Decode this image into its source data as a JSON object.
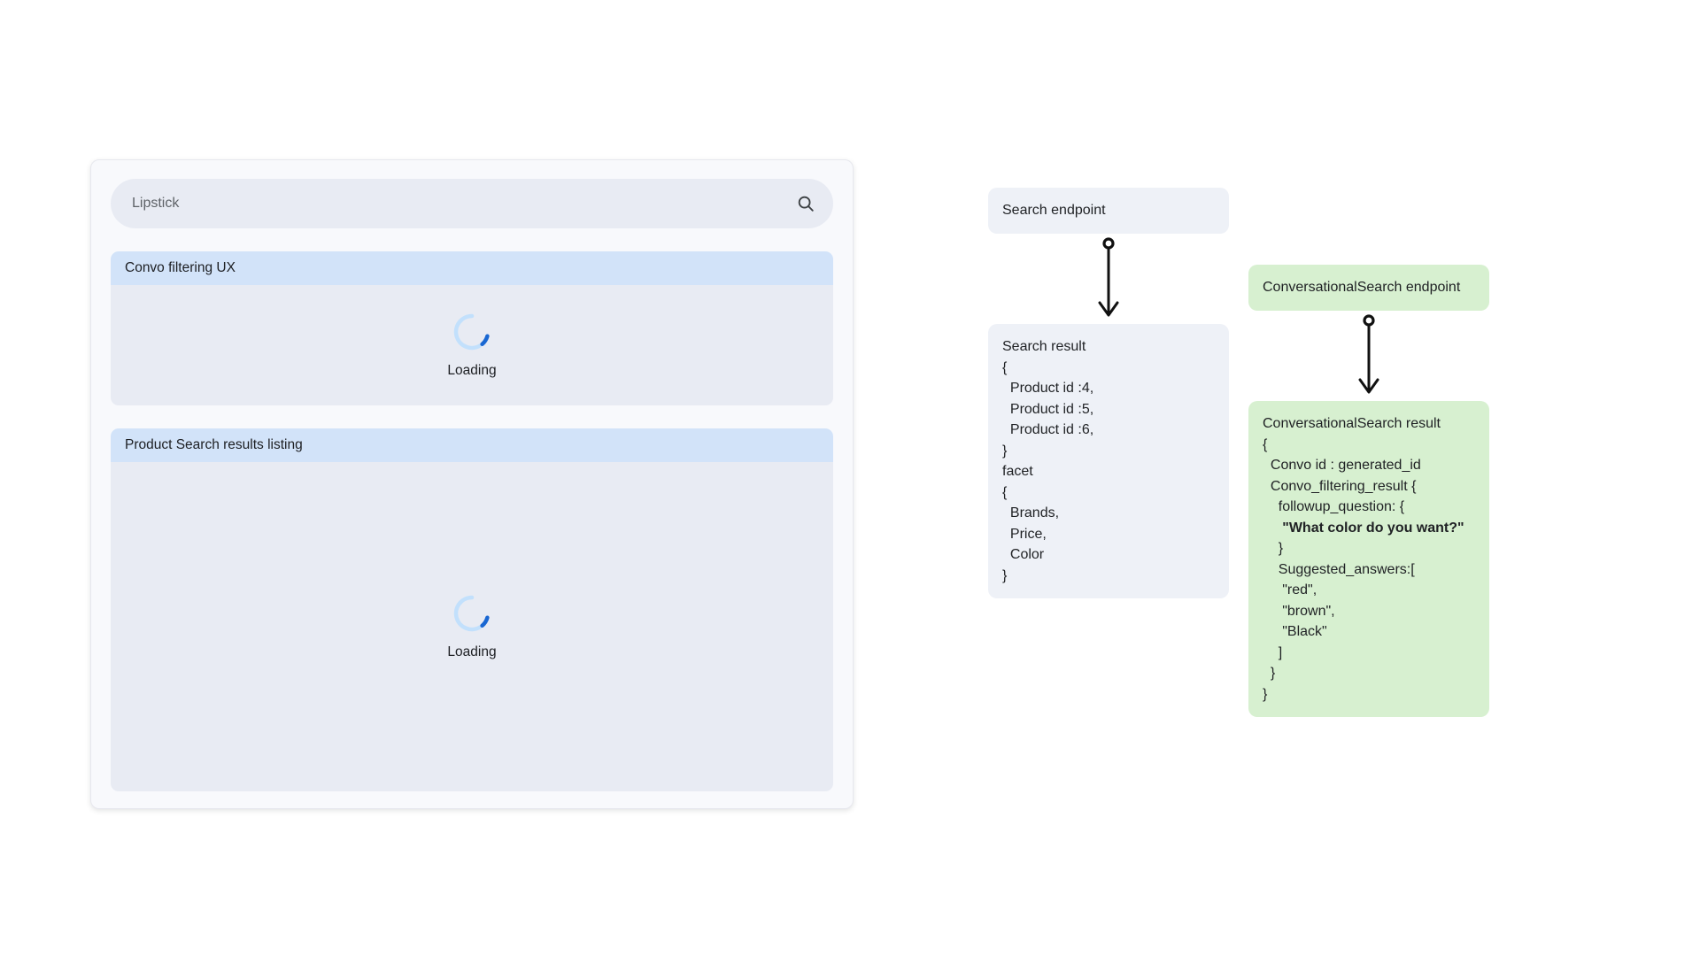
{
  "app": {
    "search": {
      "value": "Lipstick",
      "icon": "search-icon"
    },
    "panels": [
      {
        "title": "Convo filtering UX",
        "loading_label": "Loading"
      },
      {
        "title": "Product Search results listing",
        "loading_label": "Loading"
      }
    ]
  },
  "diagram": {
    "search_flow": {
      "endpoint_label": "Search endpoint",
      "result_lines": [
        "Search result",
        "{",
        "  Product id :4,",
        "  Product id :5,",
        "  Product id :6,",
        "}",
        "facet",
        "{",
        "  Brands,",
        "  Price,",
        "  Color",
        "}"
      ]
    },
    "convo_flow": {
      "endpoint_label": "ConversationalSearch endpoint",
      "result_lines": [
        "ConversationalSearch result",
        "{",
        "  Convo id : generated_id",
        "  Convo_filtering_result {",
        "    followup_question: {",
        {
          "text": "     \"What color do you want?\"",
          "bold": true
        },
        "    }",
        "    Suggested_answers:[",
        "     \"red\",",
        "     \"brown\",",
        "     \"Black\"",
        "    ]",
        "  }",
        "}"
      ]
    }
  },
  "colors": {
    "panel_header_blue": "#d2e3f9",
    "panel_body_gray": "#e8ebf3",
    "card_bg": "#f8f9fc",
    "diagram_gray": "#eef1f7",
    "diagram_green": "#d7f0d0",
    "spinner_track": "#c2e0fc",
    "spinner_arc": "#1967d2",
    "arrow_black": "#111111"
  }
}
